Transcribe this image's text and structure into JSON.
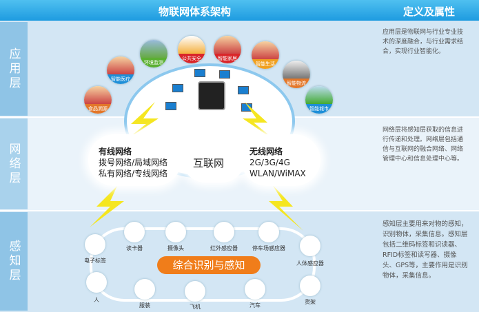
{
  "header": {
    "title": "物联网体系架构",
    "definition": "定义及属性"
  },
  "layers": [
    {
      "label": "应用层",
      "description": "应用层是物联网与行业专业技术的深度融合，与行业需求结合，实现行业智能化。"
    },
    {
      "label": "网络层",
      "description": "网络层将感知层获取的信息进行传递和处理。网络层包括通信与互联网的融合网络、网络管理中心和信息处理中心等。"
    },
    {
      "label": "感知层",
      "description": "感知层主要用来对物的感知，识别物体，采集信息。感知层包括二维码标签和识读器、RFID标签和读写器、摄像头、GPS等，主要作用是识别物体，采集信息。"
    }
  ],
  "applications": [
    "食品溯源",
    "智能医疗",
    "环境监测",
    "公共安全",
    "智能家居",
    "智能生活",
    "智能物流",
    "智能城市"
  ],
  "network": {
    "wired_title": "有线网络",
    "wired_lines": [
      "拨号网络/局域网络",
      "私有网络/专线网络"
    ],
    "internet": "互联网",
    "wireless_title": "无线网络",
    "wireless_lines": [
      "2G/3G/4G",
      "WLAN/WiMAX"
    ]
  },
  "perception": {
    "center": "综合识别与感知",
    "devices": [
      "电子标签",
      "读卡器",
      "摄像头",
      "红外感应器",
      "停车场感应器",
      "人体感应器",
      "人",
      "服装",
      "飞机",
      "汽车",
      "货架"
    ]
  },
  "colors": {
    "header": "#1e9be0",
    "accent": "#f07d1a",
    "side": "#8fc4e6"
  }
}
